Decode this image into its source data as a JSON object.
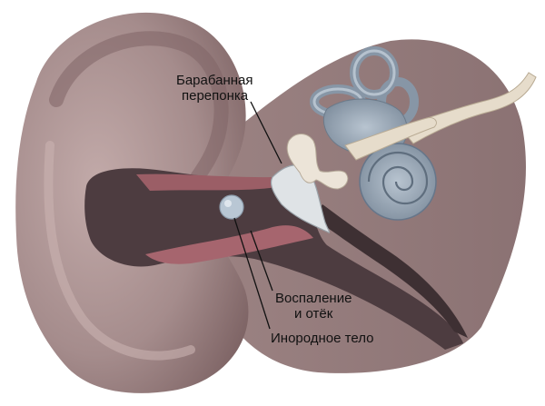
{
  "labels": {
    "eardrum_line1": "Барабанная",
    "eardrum_line2": "перепонка",
    "inflammation_line1": "Воспаление",
    "inflammation_line2": "и отёк",
    "foreign_body": "Инородное тело"
  },
  "colors": {
    "skin": "#9e8585",
    "skin_light": "#b49c9b",
    "skin_dark": "#6e5556",
    "canal": "#4a3a3d",
    "canal_wall": "#7a4f52",
    "inflamed": "#a86670",
    "tympanic": "#d9dde0",
    "inner_ear": "#9aa8b6",
    "inner_ear_dark": "#5f6e7e",
    "ossicles": "#e9e1d6",
    "nerve": "#e3d8c6",
    "foreign_body": "#b7c6d4"
  }
}
